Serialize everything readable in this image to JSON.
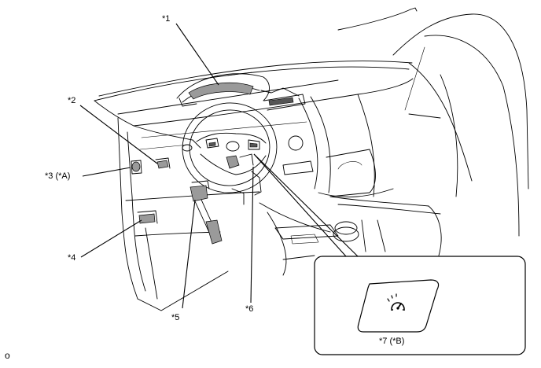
{
  "callouts": {
    "c1": "*1",
    "c2": "*2",
    "c3": "*3 (*A)",
    "c4": "*4",
    "c5": "*5",
    "c6": "*6",
    "c7": "*7 (*B)"
  },
  "footer_code": "o",
  "icons": {
    "inset_symbol": "cruise-control-speedometer-icon"
  }
}
